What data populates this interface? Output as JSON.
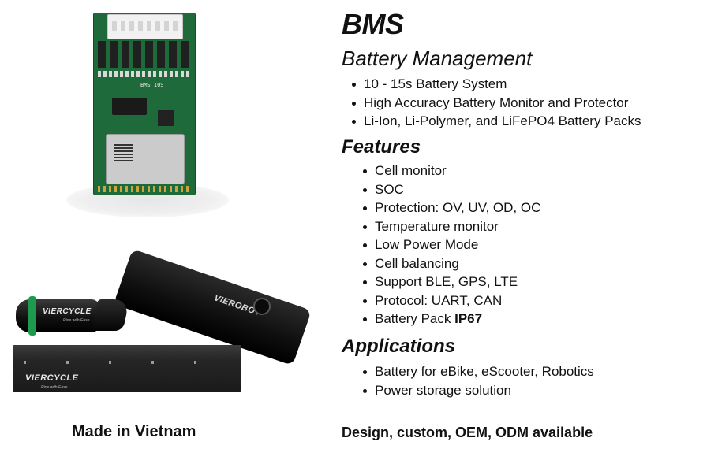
{
  "images": {
    "pcb": {
      "silkscreen": "BMS 10S"
    },
    "battery_pack": {
      "logo": "VIEROBOT"
    },
    "cylinder_battery": {
      "logo": "VIERCYCLE",
      "tagline": "Ride with Ease"
    },
    "plate_battery": {
      "logo": "VIERCYCLE",
      "tagline": "Ride with Ease"
    }
  },
  "made_in": "Made in Vietnam",
  "title": "BMS",
  "subtitle": "Battery Management",
  "intro_bullets": [
    "10 - 15s Battery System",
    "High Accuracy Battery Monitor and Protector",
    "Li-Ion, Li-Polymer, and LiFePO4  Battery Packs"
  ],
  "features": {
    "heading": "Features",
    "items": [
      "Cell monitor",
      "SOC",
      "Protection: OV, UV, OD, OC",
      "Temperature monitor",
      "Low Power Mode",
      "Cell balancing",
      "Support BLE, GPS, LTE",
      "Protocol: UART, CAN"
    ],
    "last_item_prefix": "Battery Pack ",
    "last_item_bold": "IP67"
  },
  "applications": {
    "heading": "Applications",
    "items": [
      "Battery for eBike, eScooter, Robotics",
      "Power storage solution"
    ]
  },
  "availability": "Design, custom, OEM, ODM available"
}
